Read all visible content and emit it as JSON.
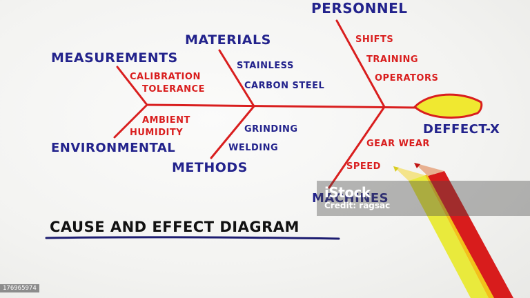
{
  "diagram": {
    "title": "CAUSE AND EFFECT DIAGRAM",
    "effect": "DEFFECT-X",
    "categories": {
      "personnel": {
        "label": "PERSONNEL",
        "causes": [
          "SHIFTS",
          "TRAINING",
          "OPERATORS"
        ]
      },
      "materials": {
        "label": "MATERIALS",
        "causes": [
          "STAINLESS",
          "CARBON STEEL"
        ]
      },
      "measurements": {
        "label": "MEASUREMENTS",
        "causes": [
          "CALIBRATION",
          "TOLERANCE"
        ]
      },
      "environmental": {
        "label": "ENVIRONMENTAL",
        "causes": [
          "AMBIENT",
          "HUMIDITY"
        ]
      },
      "methods": {
        "label": "METHODS",
        "causes": [
          "GRINDING",
          "WELDING"
        ]
      },
      "machines": {
        "label": "MACHINES",
        "causes": [
          "GEAR WEAR",
          "SPEED"
        ]
      }
    },
    "colors": {
      "ink_blue": "#23238c",
      "ink_red": "#d91e1e",
      "head_fill": "#f0e830",
      "underline": "#1c1c70"
    }
  },
  "watermark": {
    "logo": "iStock",
    "credit": "Credit: ragsac"
  },
  "stock_id": "176965974",
  "pencils": {
    "colors": [
      "#e9ea3c",
      "#f2c21a",
      "#d81c1c"
    ]
  }
}
